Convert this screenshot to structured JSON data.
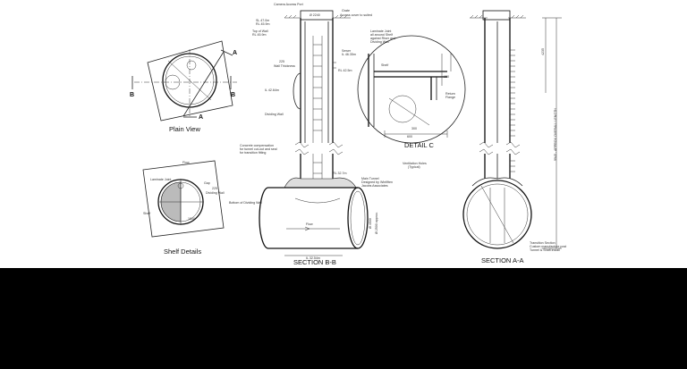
{
  "views": {
    "plain_view": "Plain View",
    "shelf_details": "Shelf Details",
    "section_bb": "SECTION B-B",
    "section_aa": "SECTION A-A",
    "detail_c": "DETAIL C"
  },
  "section_markers": {
    "a": "A",
    "b": "B"
  },
  "notes": {
    "camera_access_port": "Camera Access Port",
    "grate": "Grate",
    "grate_sub": "Access cover to suited",
    "dim_2240": "Ø 2240",
    "sl": "SL 47.0m",
    "il_top": "RL 45.9m",
    "top_of_wall": "Top of Wall",
    "top_of_wall_rl": "RL 45.9m",
    "wall_thickness_val": "225",
    "wall_thickness": "Wall Thickness",
    "sewer": "Sewer",
    "sewer_il": "IL 46.35m",
    "rl_4270": "RL 42.5m",
    "il_4264": "IL 42.64m",
    "dividing_wall": "Dividing Wall",
    "concrete_comp": "Concrete compensation",
    "concrete_comp2": "for tunnel cut-out and seal",
    "concrete_comp3": "for transition fitting",
    "bottom_dividing_wall": "Bottom of Dividing Wall",
    "rl_3274": "RL 32.7m",
    "main_tunnel": "Main Tunnel",
    "main_tunnel2": "Designed by Winfiften",
    "main_tunnel3": "Jacobs Associates",
    "ventilation_holes": "Ventilation Holes",
    "ventilation_holes2": "(Typical)",
    "flow": "Flow",
    "dia_4500": "Ø 4500",
    "dia_2500": "Ø 2500 approx.",
    "il_3254": "IL 32.54m",
    "laminate_joint": "Laminate Joint",
    "gap": "Gap",
    "dividing_wall_s": "Dividing Wall",
    "shelf": "Shelf",
    "dim_225": "225",
    "dim_1800": "1800",
    "laminate_note": "Laminate Joint",
    "laminate_note2": "all around Shelf",
    "laminate_note3": "against Riser and",
    "laminate_note4": "Dividing Wall",
    "shelf_c": "Shelf",
    "return_flange": "Return",
    "return_flange2": "Flange",
    "dim_300": "300",
    "dim_150": "150",
    "dim_600": "600",
    "dim_4235": "4235",
    "overall_len": "9945 - APPROX OVERALL LENGTH",
    "transition": "Transition Section",
    "transition2": "Custom manufacture post",
    "transition3": "Tunnel & Shaft install"
  }
}
